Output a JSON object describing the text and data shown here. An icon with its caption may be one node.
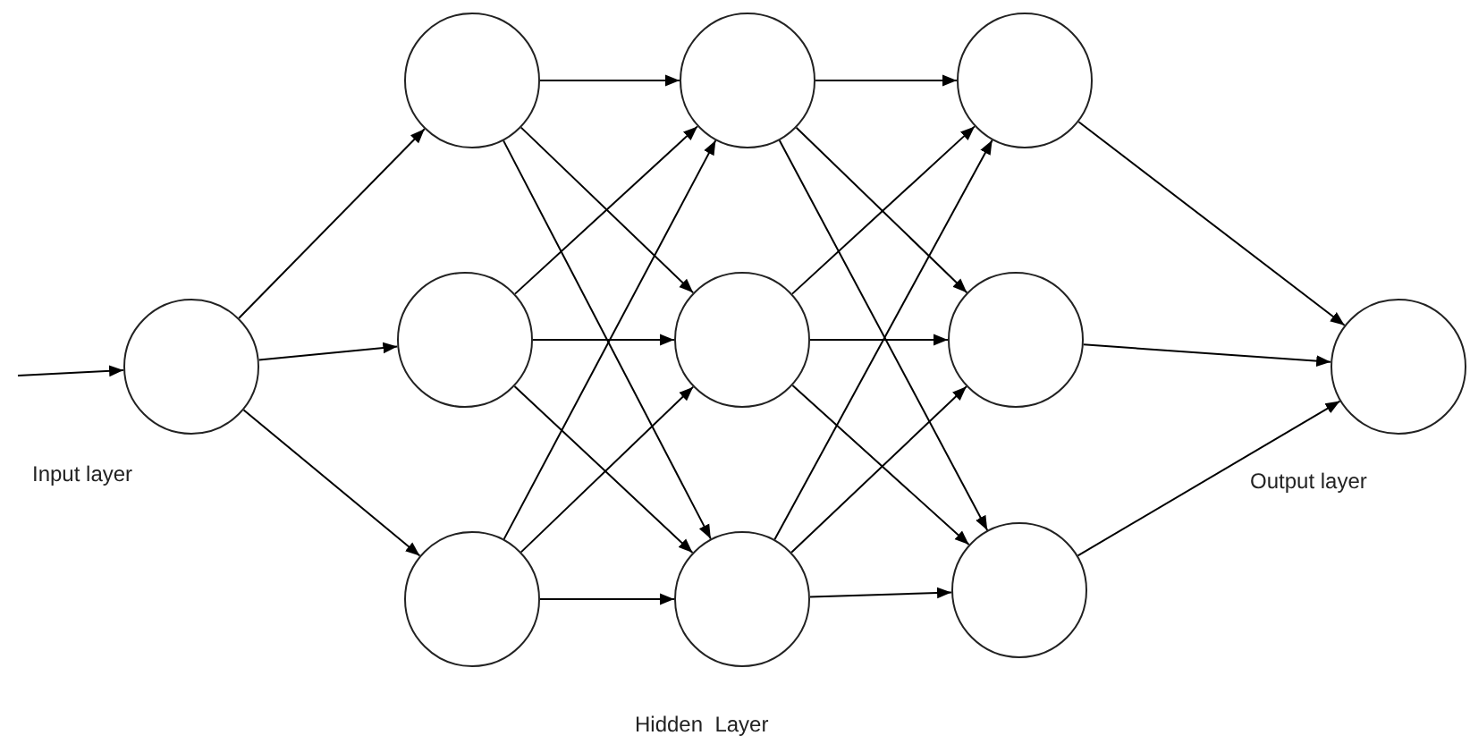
{
  "diagram": {
    "nodes": [
      {
        "text": [],
        "shape": "circle",
        "beside": [
          "Input layer"
        ]
      },
      {
        "text": [],
        "shape": "circle"
      },
      {
        "text": [],
        "shape": "circle"
      },
      {
        "text": [],
        "shape": "circle"
      },
      {
        "text": [],
        "shape": "circle"
      },
      {
        "text": [],
        "shape": "circle"
      },
      {
        "text": [],
        "shape": "circle"
      },
      {
        "text": [],
        "shape": "circle"
      },
      {
        "text": [],
        "shape": "circle"
      },
      {
        "text": [],
        "shape": "circle"
      },
      {
        "text": [],
        "shape": "circle",
        "beside": [
          "Output layer"
        ]
      }
    ],
    "edges": [
      {
        "from": null,
        "to": 0,
        "arrow": "to"
      },
      {
        "from": 0,
        "to": 1,
        "arrow": "to"
      },
      {
        "from": 0,
        "to": 2,
        "arrow": "to"
      },
      {
        "from": 0,
        "to": 3,
        "arrow": "to"
      },
      {
        "from": 1,
        "to": 4,
        "arrow": "to"
      },
      {
        "from": 1,
        "to": 5,
        "arrow": "to"
      },
      {
        "from": 1,
        "to": 6,
        "arrow": "to"
      },
      {
        "from": 2,
        "to": 4,
        "arrow": "to"
      },
      {
        "from": 2,
        "to": 5,
        "arrow": "to"
      },
      {
        "from": 2,
        "to": 6,
        "arrow": "to"
      },
      {
        "from": 3,
        "to": 4,
        "arrow": "to"
      },
      {
        "from": 3,
        "to": 5,
        "arrow": "to"
      },
      {
        "from": 3,
        "to": 6,
        "arrow": "to"
      },
      {
        "from": 4,
        "to": 7,
        "arrow": "to"
      },
      {
        "from": 4,
        "to": 8,
        "arrow": "to"
      },
      {
        "from": 4,
        "to": 9,
        "arrow": "to"
      },
      {
        "from": 5,
        "to": 7,
        "arrow": "to"
      },
      {
        "from": 5,
        "to": 8,
        "arrow": "to"
      },
      {
        "from": 5,
        "to": 9,
        "arrow": "to"
      },
      {
        "from": 6,
        "to": 7,
        "arrow": "to"
      },
      {
        "from": 6,
        "to": 8,
        "arrow": "to"
      },
      {
        "from": 6,
        "to": 9,
        "arrow": "to"
      },
      {
        "from": 7,
        "to": 10,
        "arrow": "to"
      },
      {
        "from": 8,
        "to": 10,
        "arrow": "to"
      },
      {
        "from": 9,
        "to": 10,
        "arrow": "to"
      }
    ],
    "labels": [
      "Hidden  Layer"
    ]
  }
}
